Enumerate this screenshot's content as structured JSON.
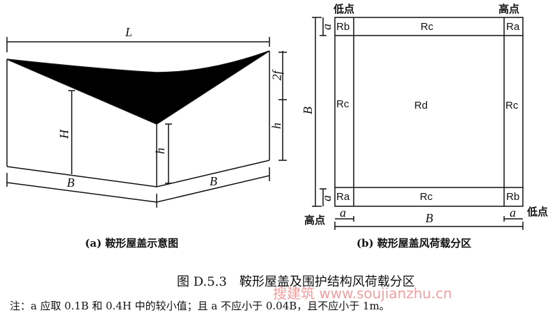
{
  "left_figure": {
    "L": "L",
    "H": "H",
    "h_inner": "h",
    "two_f": "2f",
    "h_right": "h",
    "B_left": "B",
    "B_right": "B",
    "caption": "(a) 鞍形屋盖示意图"
  },
  "right_figure": {
    "low_point_top": "低点",
    "high_point_top": "高点",
    "high_point_bottom": "高点",
    "low_point_bottom": "低点",
    "zones": {
      "top_left": "Rb",
      "top_mid": "Rc",
      "top_right": "Ra",
      "mid_left": "Rc",
      "center": "Rd",
      "mid_right": "Rc",
      "bottom_left": "Ra",
      "bottom_mid": "Rc",
      "bottom_right": "Rb"
    },
    "dim_B_vertical": "B",
    "dim_a_top": "a",
    "dim_a_bottom": "a",
    "dim_B_horizontal": "B",
    "dim_a_left": "a",
    "dim_a_right": "a",
    "caption": "(b) 鞍形屋盖风荷载分区"
  },
  "figure_title": "图 D.5.3　鞍形屋盖及围护结构风荷载分区",
  "note": "注：a 应取 0.1B 和 0.4H 中的较小值；且 a 不应小于 0.04B，且不应小于 1m。",
  "watermark": "搜建筑 www.soujianzhu.cn"
}
